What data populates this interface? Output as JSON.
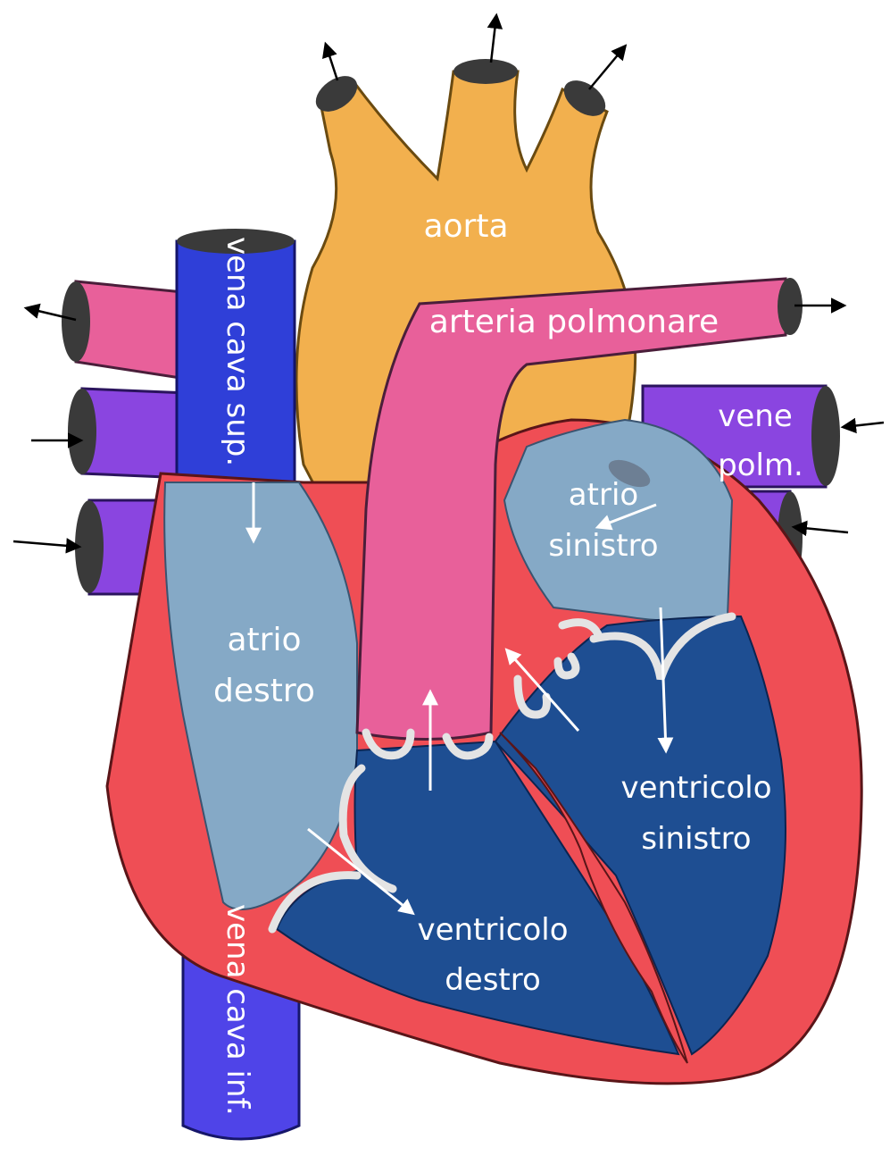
{
  "labels": {
    "aorta": "aorta",
    "pulmonary_artery": "arteria polmonare",
    "superior_vena_cava": "vena cava sup.",
    "inferior_vena_cava": "vena cava inf.",
    "pulmonary_veins_line1": "vene",
    "pulmonary_veins_line2": "polm.",
    "right_atrium_line1": "atrio",
    "right_atrium_line2": "destro",
    "left_atrium_line1": "atrio",
    "left_atrium_line2": "sinistro",
    "right_ventricle_line1": "ventricolo",
    "right_ventricle_line2": "destro",
    "left_ventricle_line1": "ventricolo",
    "left_ventricle_line2": "sinistro"
  },
  "colors": {
    "aorta": "#F2B04E",
    "pulmonary_artery": "#E8609A",
    "vena_cava": "#2F3FD8",
    "pulmonary_veins": "#8A45E0",
    "atria": "#85A9C6",
    "ventricles": "#1E4E92",
    "myocardium": "#EF4E55",
    "valves": "#E4E4E4"
  }
}
